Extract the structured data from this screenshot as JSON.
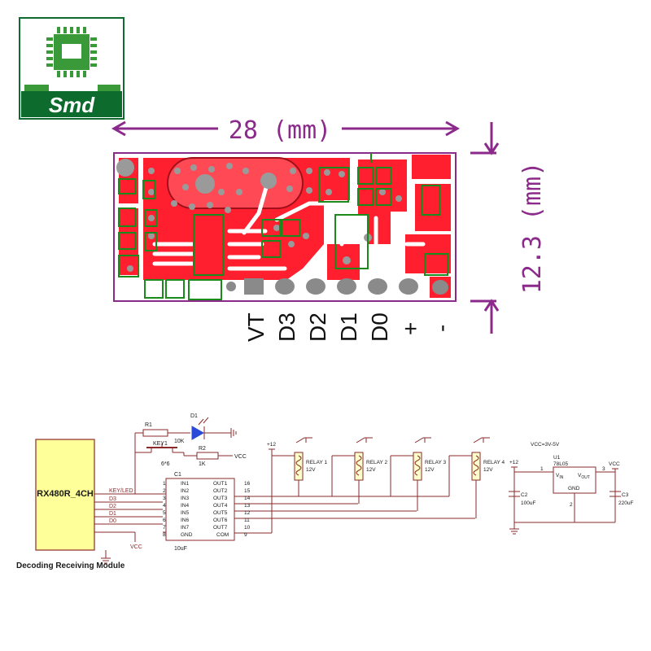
{
  "logo": {
    "text": "Smd",
    "colors": {
      "green": "#3a9a3a",
      "dark": "#0d6b2e"
    }
  },
  "dimensions": {
    "width_label": "28 (mm)",
    "height_label": "12.3 (mm)",
    "arrow_color": "#8b2a8b"
  },
  "pcb": {
    "colors": {
      "copper": "#ff1f2f",
      "silk": "#1a8a1a",
      "hole": "#8a8a8a",
      "outline": "#8b2a8b"
    },
    "pin_labels": [
      "VT",
      "D3",
      "D2",
      "D1",
      "D0",
      "+",
      "-"
    ]
  },
  "schematic": {
    "module": {
      "name": "RX480R_4CH",
      "caption": "Decoding Receiving Module"
    },
    "module_pins": [
      "KEY/LED",
      "D3",
      "D2",
      "D1",
      "D0"
    ],
    "vcc_label": "VCC",
    "r1": {
      "ref": "R1",
      "value": "10K"
    },
    "r2": {
      "ref": "R2",
      "value": "1K"
    },
    "d1": {
      "ref": "D1"
    },
    "key1": {
      "ref": "KEY1",
      "size": "6*6"
    },
    "vcc_net": "VCC",
    "ic": {
      "ref": "C1",
      "left_pins": [
        "IN1",
        "IN2",
        "IN3",
        "IN4",
        "IN5",
        "IN6",
        "IN7",
        "GND"
      ],
      "left_nums": [
        "1",
        "2",
        "3",
        "4",
        "5",
        "6",
        "7",
        "8"
      ],
      "right_pins": [
        "OUT1",
        "OUT2",
        "OUT3",
        "OUT4",
        "OUT5",
        "OUT6",
        "OUT7",
        "COM"
      ],
      "right_nums": [
        "16",
        "15",
        "14",
        "13",
        "12",
        "11",
        "10",
        "9"
      ],
      "cap": "10uF"
    },
    "relays": [
      {
        "name": "RELAY 1",
        "volt": "12V"
      },
      {
        "name": "RELAY 2",
        "volt": "12V"
      },
      {
        "name": "RELAY 3",
        "volt": "12V"
      },
      {
        "name": "RELAY 4",
        "volt": "12V"
      }
    ],
    "supply_label": "+12",
    "regulator": {
      "note": "VCC=3V-5V",
      "ref": "U1",
      "part": "78L05",
      "vin": "V",
      "vin_sub": "IN",
      "vout": "V",
      "vout_sub": "OUT",
      "gnd": "GND",
      "pin1": "1",
      "pin2": "2",
      "pin3": "3",
      "in_label": "+12",
      "out_label": "VCC",
      "c2": {
        "ref": "C2",
        "value": "100uF"
      },
      "c3": {
        "ref": "C3",
        "value": "220uF"
      }
    }
  }
}
